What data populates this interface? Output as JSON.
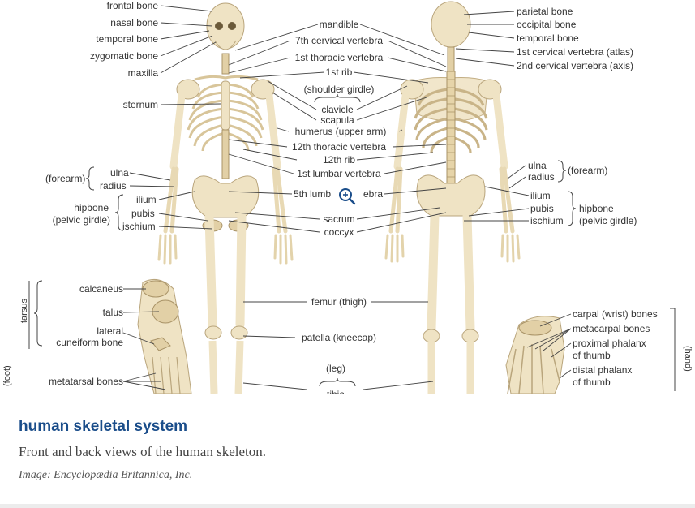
{
  "figure": {
    "labels": {
      "frontal_bone": "frontal bone",
      "nasal_bone": "nasal bone",
      "temporal_bone_front": "temporal bone",
      "zygomatic_bone": "zygomatic bone",
      "maxilla": "maxilla",
      "sternum": "sternum",
      "mandible": "mandible",
      "cervical_7": "7th cervical vertebra",
      "thoracic_1": "1st thoracic vertebra",
      "rib_1": "1st rib",
      "shoulder_girdle": "(shoulder girdle)",
      "clavicle": "clavicle",
      "scapula": "scapula",
      "humerus": "humerus (upper arm)",
      "thoracic_12": "12th thoracic vertebra",
      "rib_12": "12th rib",
      "lumbar_1": "1st lumbar vertebra",
      "lumbar_5_a": "5th lumb",
      "lumbar_5_b": "ebra",
      "sacrum": "sacrum",
      "coccyx": "coccyx",
      "parietal_bone": "parietal bone",
      "occipital_bone": "occipital bone",
      "temporal_bone_back": "temporal bone",
      "cervical_1": "1st cervical vertebra (atlas)",
      "cervical_2": "2nd cervical vertebra (axis)",
      "forearm_left": "(forearm)",
      "ulna_left": "ulna",
      "radius_left": "radius",
      "hipbone_left": "hipbone",
      "pelvic_girdle_left": "(pelvic girdle)",
      "ilium_left": "ilium",
      "pubis_left": "pubis",
      "ischium_left": "ischium",
      "ulna_right": "ulna",
      "radius_right": "radius",
      "forearm_right": "(forearm)",
      "ilium_right": "ilium",
      "pubis_right": "pubis",
      "ischium_right": "ischium",
      "hipbone_right": "hipbone",
      "pelvic_girdle_right": "(pelvic girdle)",
      "tarsus": "tarsus",
      "foot": "(foot)",
      "calcaneus": "calcaneus",
      "talus": "talus",
      "lateral": "lateral",
      "cuneiform_bone": "cuneiform bone",
      "metatarsal_bones": "metatarsal bones",
      "femur": "femur (thigh)",
      "patella": "patella (kneecap)",
      "leg": "(leg)",
      "tibia_partial": "tibia",
      "carpal": "carpal (wrist) bones",
      "metacarpal": "metacarpal bones",
      "proximal_phalanx": "proximal phalanx",
      "of_thumb_1": "of thumb",
      "distal_phalanx": "distal phalanx",
      "of_thumb_2": "of thumb",
      "hand": "(hand)"
    }
  },
  "caption": {
    "title": "human skeletal system",
    "description": "Front and back views of the human skeleton.",
    "credit": "Image: Encyclopædia Britannica, Inc."
  },
  "colors": {
    "title_link": "#1a4d8a",
    "bone": "#efe3c4",
    "bone_outline": "#b9a57c",
    "zoom_icon": "#1a4d8a"
  }
}
